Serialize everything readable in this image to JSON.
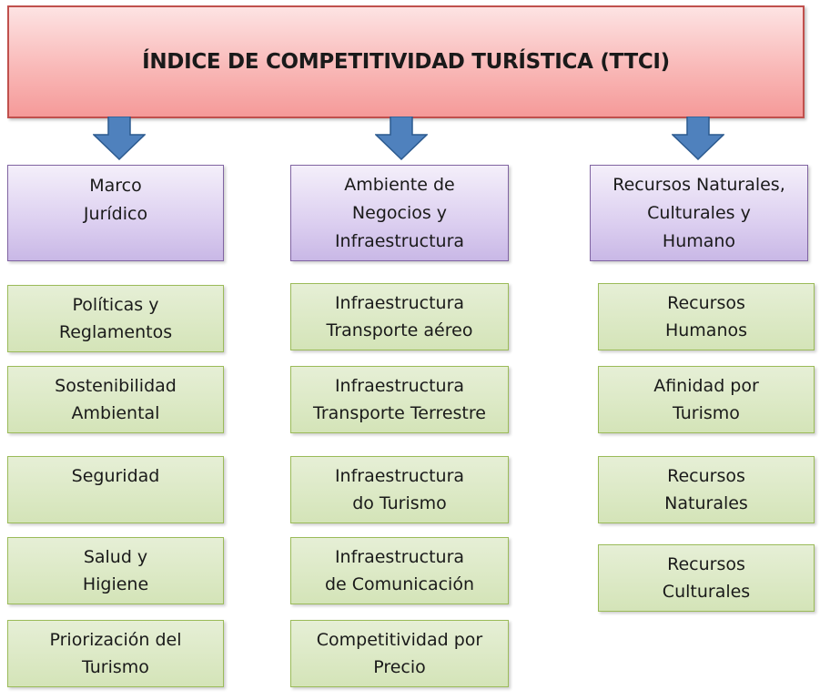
{
  "title": "ÍNDICE DE COMPETITIVIDAD TURÍSTICA (TTCI)",
  "columns": [
    {
      "header": "Marco\nJurídico",
      "items": [
        "Políticas y\nReglamentos",
        "Sostenibilidad\nAmbiental",
        "Seguridad",
        "Salud  y\nHigiene",
        "Priorización del\nTurismo"
      ]
    },
    {
      "header": "Ambiente de\nNegocios y\nInfraestructura",
      "items": [
        "Infraestructura\nTransporte aéreo",
        "Infraestructura\nTransporte Terrestre",
        "Infraestructura\ndo Turismo",
        "Infraestructura\nde Comunicación",
        "Competitividad por\nPrecio"
      ]
    },
    {
      "header": "Recursos Naturales,\nCulturales y\nHumano",
      "items": [
        "Recursos\nHumanos",
        "Afinidad por\nTurismo",
        "Recursos\nNaturales",
        "Recursos\nCulturales"
      ]
    }
  ],
  "colors": {
    "title_fill": "#f9b9b8",
    "title_border": "#c0504d",
    "header_fill": "#dccff0",
    "header_border": "#8064a2",
    "item_fill": "#d4e4b8",
    "item_border": "#9bbb59",
    "arrow_fill": "#4f81bd",
    "arrow_border": "#2c5a8f"
  }
}
